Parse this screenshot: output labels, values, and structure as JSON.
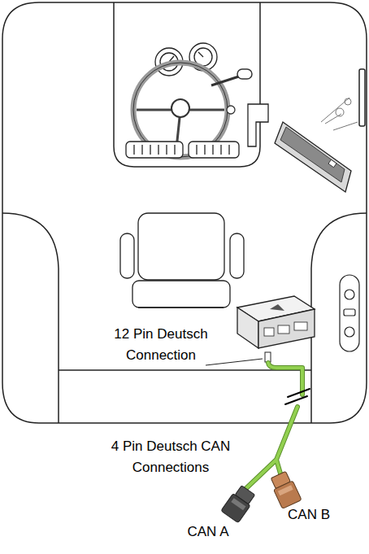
{
  "diagram": {
    "labels": [
      "12 Pin Deutsch Connection",
      "4 Pin Deutsch CAN Connections",
      "CAN A",
      "CAN B"
    ]
  }
}
